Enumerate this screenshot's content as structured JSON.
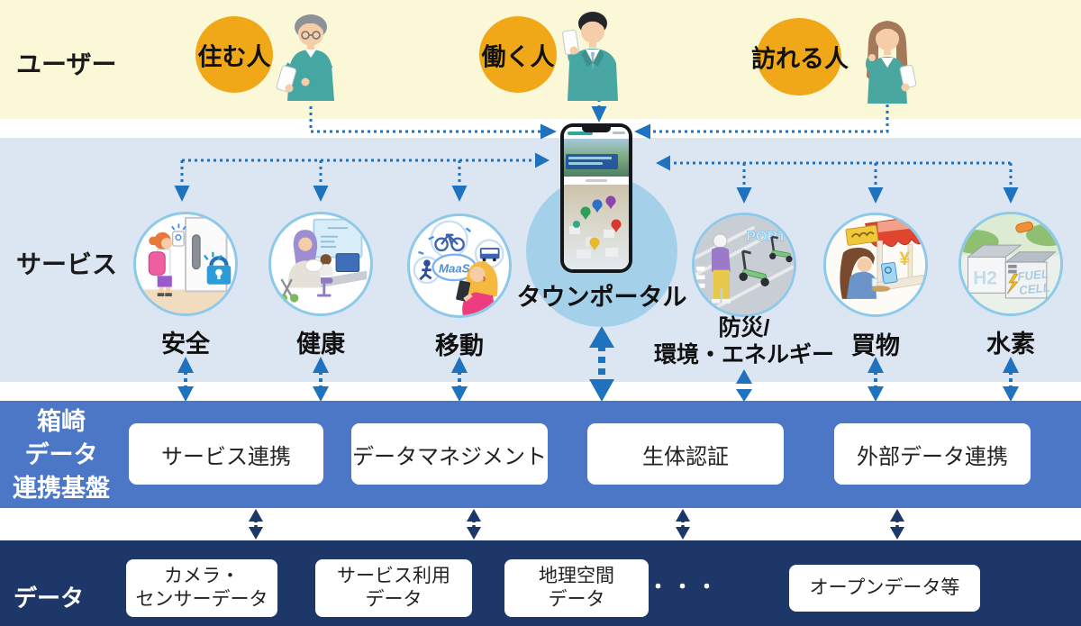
{
  "diagram_title": "smart-city data platform architecture",
  "users_band": {
    "label": "ユーザー",
    "users": [
      {
        "label": "住む人"
      },
      {
        "label": "働く人"
      },
      {
        "label": "訪れる人"
      }
    ]
  },
  "services_band": {
    "label": "サービス",
    "portal": {
      "label": "タウンポータル"
    },
    "services": [
      {
        "id": "safety",
        "label": "安全"
      },
      {
        "id": "health",
        "label": "健康"
      },
      {
        "id": "mobility",
        "label": "移動",
        "icon_text": "MaaS"
      },
      {
        "id": "disaster",
        "label_line1": "防災/",
        "label_line2": "環境・エネルギー",
        "icon_text": "PORT"
      },
      {
        "id": "shopping",
        "label": "買物",
        "icon_text": "¥"
      },
      {
        "id": "hydrogen",
        "label": "水素",
        "icon_text_1": "H2",
        "icon_text_2": "FUEL",
        "icon_text_3": "CELL"
      }
    ]
  },
  "platform_band": {
    "label_line1": "箱崎",
    "label_line2": "データ",
    "label_line3": "連携基盤",
    "boxes": [
      {
        "label": "サービス連携"
      },
      {
        "label": "データマネジメント"
      },
      {
        "label": "生体認証"
      },
      {
        "label": "外部データ連携"
      }
    ]
  },
  "data_band": {
    "label": "データ",
    "ellipsis": "・・・",
    "boxes": [
      {
        "line1": "カメラ・",
        "line2": "センサーデータ"
      },
      {
        "line1": "サービス利用",
        "line2": "データ"
      },
      {
        "line1": "地理空間",
        "line2": "データ"
      },
      {
        "line1": "オープンデータ等"
      }
    ]
  },
  "colors": {
    "users_band_bg": "#FAF8D6",
    "services_band_bg": "#DCE6F3",
    "platform_band_bg": "#4B77C6",
    "data_band_bg": "#1C3768",
    "user_badge_orange": "#F0A818",
    "arrow_blue": "#1F72BE",
    "arrow_navy": "#1C3768",
    "portal_halo_blue": "#A5D0EA",
    "circle_ring_blue": "#8FC9E9"
  }
}
